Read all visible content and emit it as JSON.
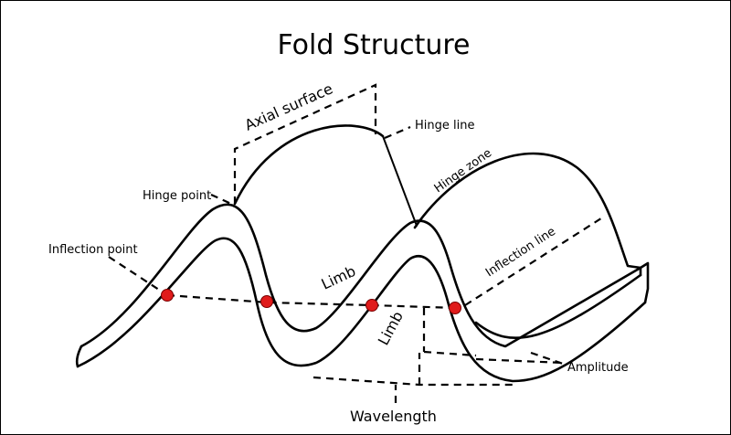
{
  "title": "Fold Structure",
  "labels": {
    "axial_surface": "Axial surface",
    "hinge_line": "Hinge line",
    "hinge_point": "Hinge point",
    "hinge_zone": "Hinge zone",
    "inflection_point": "Inflection point",
    "inflection_line": "Inflection line",
    "limb_upper": "Limb",
    "limb_lower": "Limb",
    "amplitude": "Amplitude",
    "wavelength": "Wavelength"
  },
  "colors": {
    "ink": "#000000",
    "inflection_dot": "#e01b1b",
    "background": "#ffffff"
  }
}
